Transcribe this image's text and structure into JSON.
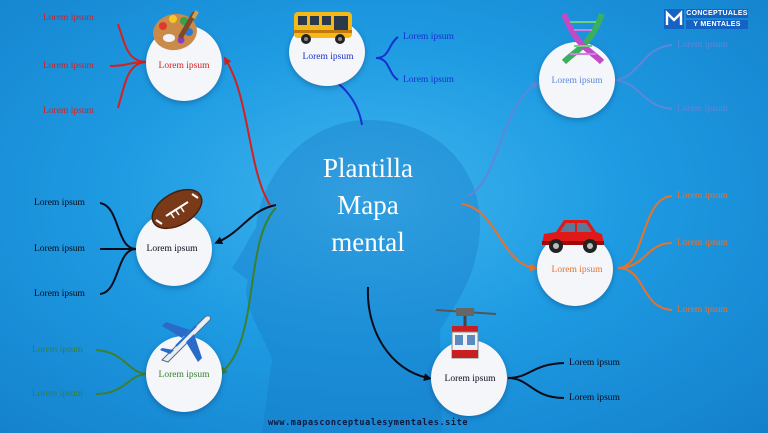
{
  "center": {
    "title_lines": [
      "Plantilla",
      "Mapa",
      "mental"
    ]
  },
  "logo": {
    "line1": "CONCEPTUALES",
    "line2": "Y MENTALES"
  },
  "footer": {
    "website": "www.mapasconceptualesymentales.site"
  },
  "colors": {
    "red": "#d62020",
    "blue": "#1830d0",
    "black": "#0a0a18",
    "green": "#3a8030",
    "light_blue": "#5b88d8",
    "orange": "#e8722a"
  },
  "nodes": [
    {
      "id": "palette",
      "icon": "paint-palette-icon",
      "label": "Lorem ipsum",
      "color": "red",
      "leaves": [
        "Lorem ipsum",
        "Lorem ipsum",
        "Lorem ipsum"
      ]
    },
    {
      "id": "bus",
      "icon": "school-bus-icon",
      "label": "Lorem ipsum",
      "color": "blue",
      "leaves": [
        "Lorem ipsum",
        "Lorem ipsum"
      ]
    },
    {
      "id": "dna",
      "icon": "dna-icon",
      "label": "Lorem ipsum",
      "color": "light_blue",
      "leaves": [
        "Lorem ipsum",
        "Lorem ipsum"
      ]
    },
    {
      "id": "football",
      "icon": "football-icon",
      "label": "Lorem ipsum",
      "color": "black",
      "leaves": [
        "Lorem ipsum",
        "Lorem ipsum",
        "Lorem ipsum"
      ]
    },
    {
      "id": "car",
      "icon": "red-car-icon",
      "label": "Lorem ipsum",
      "color": "orange",
      "leaves": [
        "Lorem ipsum",
        "Lorem ipsum",
        "Lorem ipsum"
      ]
    },
    {
      "id": "airplane",
      "icon": "airplane-icon",
      "label": "Lorem ipsum",
      "color": "green",
      "leaves": [
        "Lorem ipsum",
        "Lorem ipsum"
      ]
    },
    {
      "id": "cablecar",
      "icon": "cable-car-icon",
      "label": "Lorem ipsum",
      "color": "black",
      "leaves": [
        "Lorem ipsum",
        "Lorem ipsum"
      ]
    }
  ]
}
